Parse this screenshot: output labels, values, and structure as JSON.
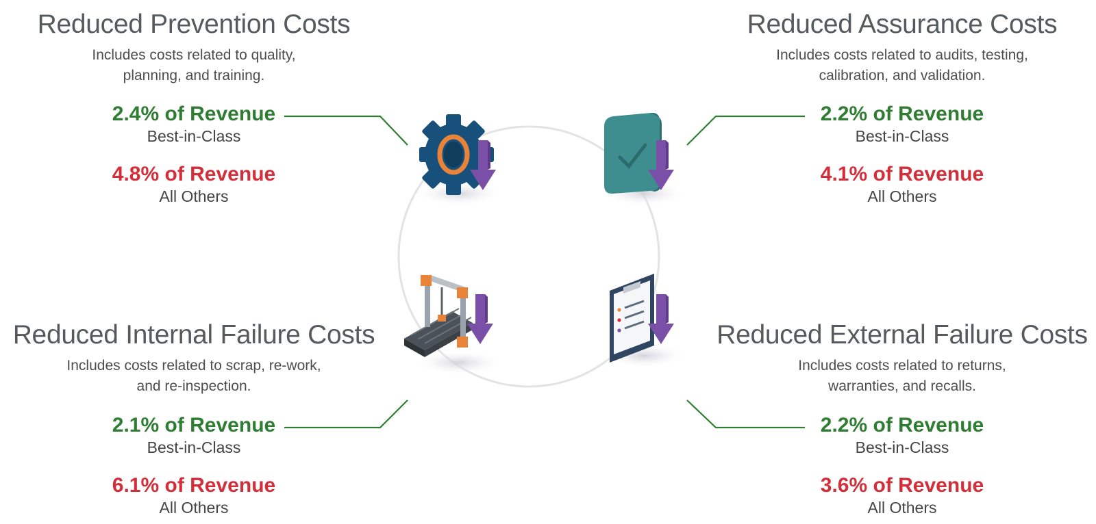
{
  "quadrants": {
    "prevention": {
      "title": "Reduced Prevention Costs",
      "desc_line1": "Includes costs related to quality,",
      "desc_line2": "planning, and training.",
      "best_pct": "2.4% of Revenue",
      "best_label": "Best-in-Class",
      "other_pct": "4.8% of Revenue",
      "other_label": "All Others",
      "icon": "gear-icon"
    },
    "assurance": {
      "title": "Reduced Assurance Costs",
      "desc_line1": "Includes costs related to audits, testing,",
      "desc_line2": "calibration, and validation.",
      "best_pct": "2.2% of Revenue",
      "best_label": "Best-in-Class",
      "other_pct": "4.1% of Revenue",
      "other_label": "All Others",
      "icon": "checkmark-tile-icon"
    },
    "internal": {
      "title": "Reduced Internal Failure Costs",
      "desc_line1": "Includes costs related to scrap, re-work,",
      "desc_line2": "and re-inspection.",
      "best_pct": "2.1% of Revenue",
      "best_label": "Best-in-Class",
      "other_pct": "6.1% of Revenue",
      "other_label": "All Others",
      "icon": "conveyor-machine-icon"
    },
    "external": {
      "title": "Reduced External Failure Costs",
      "desc_line1": "Includes costs related to returns,",
      "desc_line2": "warranties, and recalls.",
      "best_pct": "2.2% of Revenue",
      "best_label": "Best-in-Class",
      "other_pct": "3.6% of Revenue",
      "other_label": "All Others",
      "icon": "clipboard-icon"
    }
  },
  "colors": {
    "best": "#2f7d32",
    "others": "#d32f3a",
    "connector": "#2f7d32",
    "arrow": "#7a4fa8",
    "circle": "#e3e3e3"
  }
}
